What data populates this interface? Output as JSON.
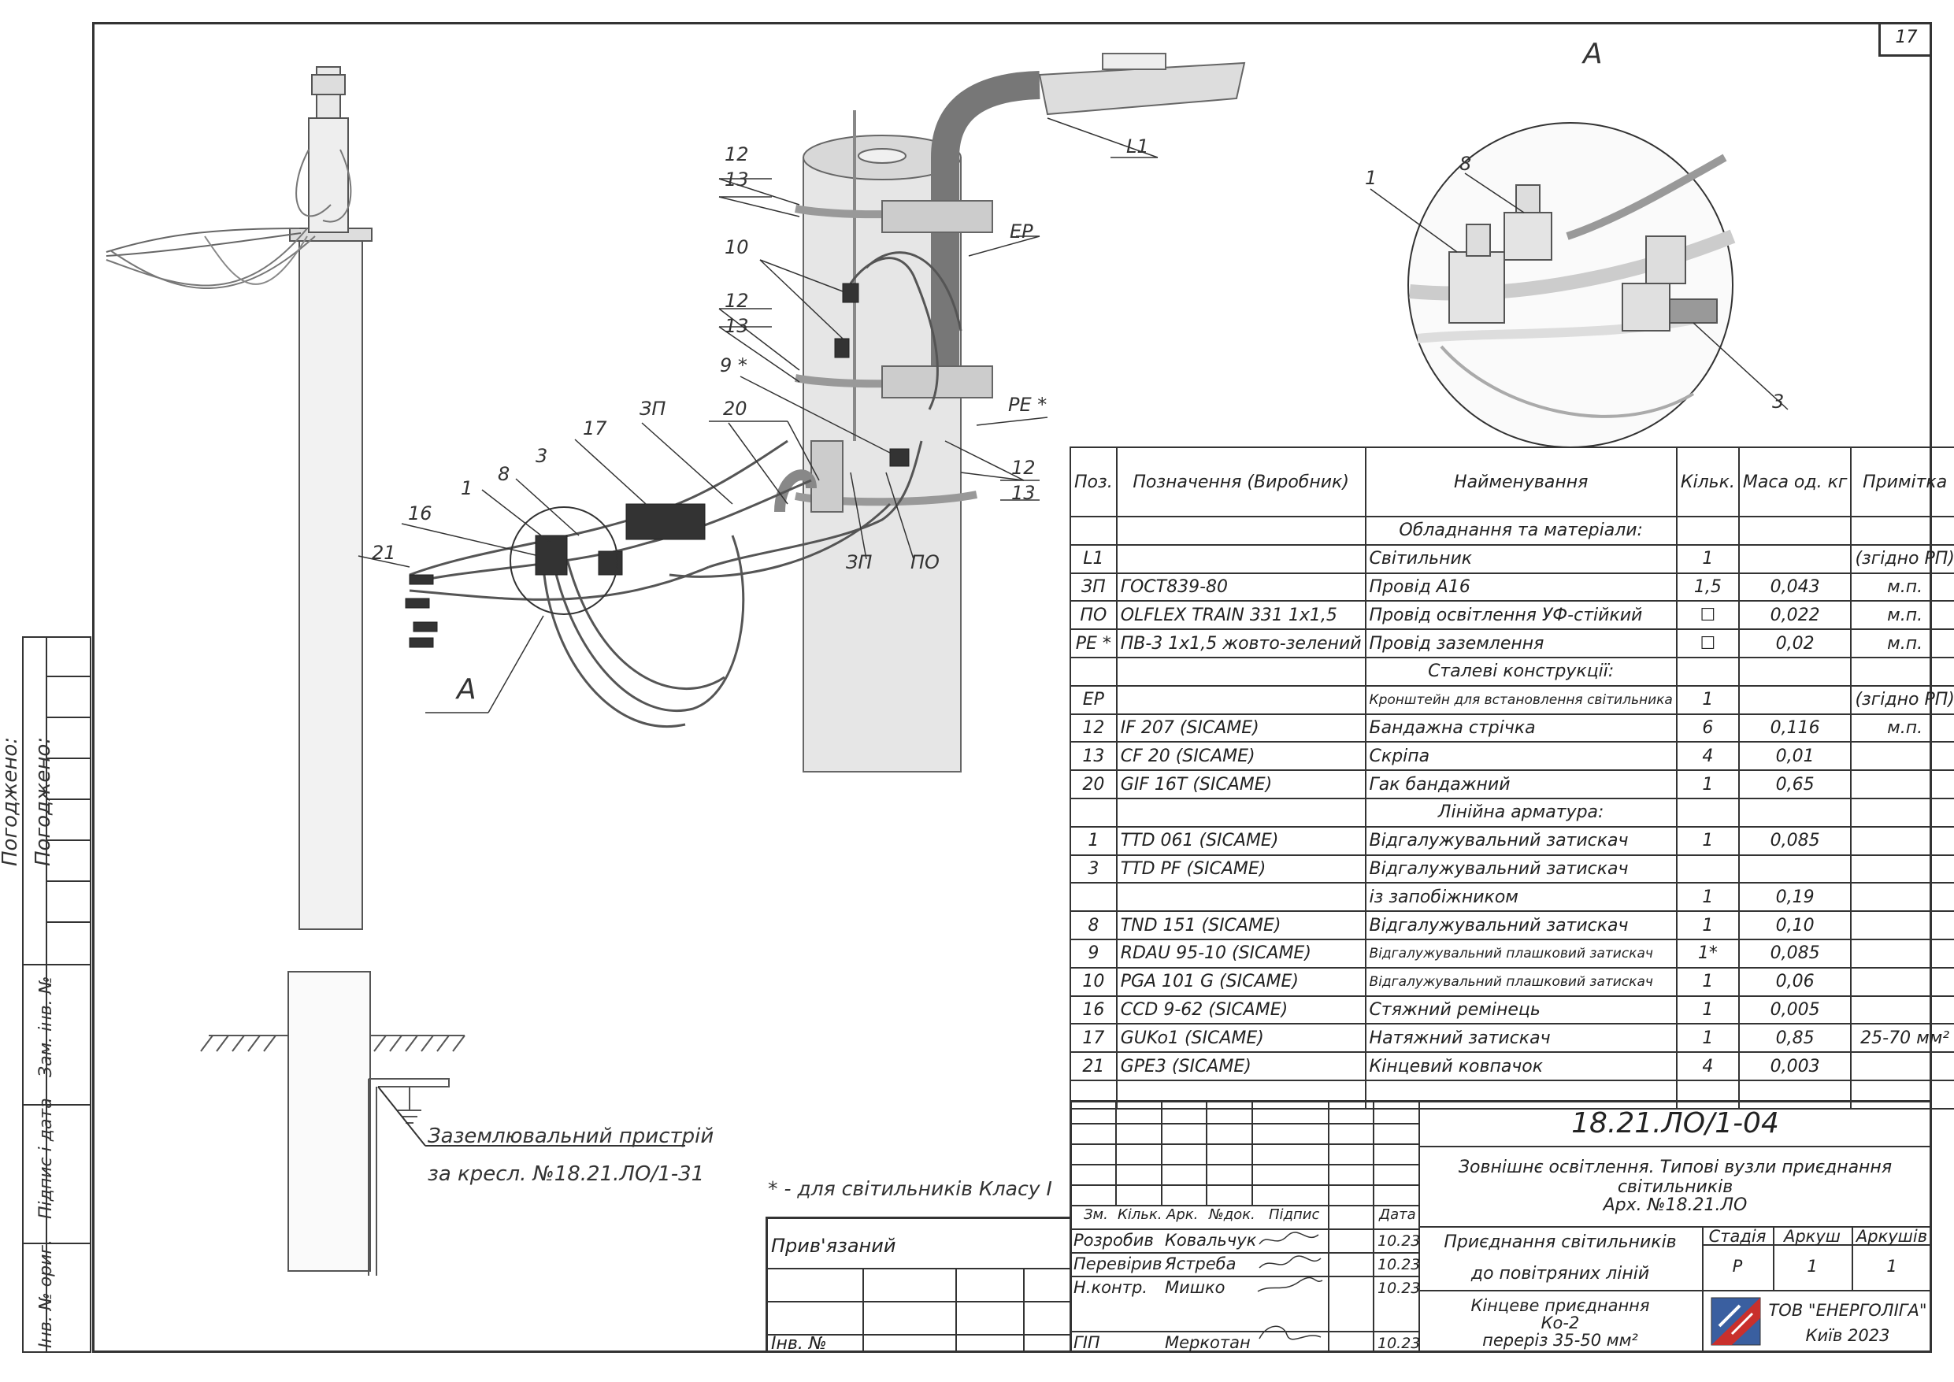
{
  "sheet_number": "17",
  "drawing_labels": {
    "view_a_title": "A",
    "view_a_callout": "A",
    "l1": "L1",
    "ep": "EP",
    "pe": "PE *",
    "zp_upper": "ЗП",
    "zp_lower": "ЗП",
    "po": "ПО",
    "n12_top": "12",
    "n13_top": "13",
    "n10": "10",
    "n12_mid": "12",
    "n13_mid": "13",
    "n9": "9 *",
    "n20": "20",
    "n17": "17",
    "n3": "3",
    "n8": "8",
    "n1": "1",
    "n16": "16",
    "n21": "21",
    "n12_right": "12",
    "n13_right": "13",
    "detail_1": "1",
    "detail_8": "8",
    "detail_3": "3",
    "grounding_line1": "Заземлювальний пристрій",
    "grounding_line2": "за кресл. №18.21.ЛО/1-31",
    "footnote": "* - для світильників Класу І"
  },
  "spec_table": {
    "headers": {
      "pos": "Поз.",
      "designation": "Позначення (Виробник)",
      "name": "Найменування",
      "qty": "Кільк.",
      "mass": "Маса од. кг",
      "note": "Примітка"
    },
    "rows": [
      {
        "section": "Обладнання та матеріали:"
      },
      {
        "pos": "L1",
        "des": "",
        "name": "Світильник",
        "qty": "1",
        "mass": "",
        "note": "(згідно РП)"
      },
      {
        "pos": "ЗП",
        "des": "ГОСТ839-80",
        "name": "Провід А16",
        "qty": "1,5",
        "mass": "0,043",
        "note": "м.п."
      },
      {
        "pos": "ПО",
        "des": "OLFLEX TRAIN 331 1x1,5",
        "name": "Провід освітлення УФ-стійкий",
        "qty": "☐",
        "mass": "0,022",
        "note": "м.п."
      },
      {
        "pos": "PE *",
        "des": "ПВ-3 1х1,5 жовто-зелений",
        "name": "Провід заземлення",
        "qty": "☐",
        "mass": "0,02",
        "note": "м.п."
      },
      {
        "section": "Сталеві конструкції:"
      },
      {
        "pos": "EP",
        "des": "",
        "name": "Кронштейн для встановлення світильника",
        "qty": "1",
        "mass": "",
        "note": "(згідно РП)",
        "small": true
      },
      {
        "pos": "12",
        "des": "IF 207 (SICAME)",
        "name": "Бандажна стрічка",
        "qty": "6",
        "mass": "0,116",
        "note": "м.п."
      },
      {
        "pos": "13",
        "des": "CF 20 (SICAME)",
        "name": "Скріпа",
        "qty": "4",
        "mass": "0,01",
        "note": ""
      },
      {
        "pos": "20",
        "des": "GIF 16T (SICAME)",
        "name": "Гак бандажний",
        "qty": "1",
        "mass": "0,65",
        "note": ""
      },
      {
        "section": "Лінійна арматура:"
      },
      {
        "pos": "1",
        "des": "TTD 061 (SICAME)",
        "name": "Відгалужувальний затискач",
        "qty": "1",
        "mass": "0,085",
        "note": ""
      },
      {
        "pos": "3",
        "des": "TTD PF (SICAME)",
        "name": "Відгалужувальний затискач",
        "qty": "",
        "mass": "",
        "note": ""
      },
      {
        "pos": "",
        "des": "",
        "name": "із запобіжником",
        "qty": "1",
        "mass": "0,19",
        "note": ""
      },
      {
        "pos": "8",
        "des": "TND 151 (SICAME)",
        "name": "Відгалужувальний затискач",
        "qty": "1",
        "mass": "0,10",
        "note": ""
      },
      {
        "pos": "9",
        "des": "RDAU 95-10 (SICAME)",
        "name": "Відгалужувальний плашковий затискач",
        "qty": "1*",
        "mass": "0,085",
        "note": "",
        "small": true
      },
      {
        "pos": "10",
        "des": "PGA 101 G (SICAME)",
        "name": "Відгалужувальний плашковий затискач",
        "qty": "1",
        "mass": "0,06",
        "note": "",
        "small": true
      },
      {
        "pos": "16",
        "des": "CCD 9-62 (SICAME)",
        "name": "Стяжний ремінець",
        "qty": "1",
        "mass": "0,005",
        "note": ""
      },
      {
        "pos": "17",
        "des": "GUKo1 (SICAME)",
        "name": "Натяжний затискач",
        "qty": "1",
        "mass": "0,85",
        "note": "25-70 мм²"
      },
      {
        "pos": "21",
        "des": "GPE3 (SICAME)",
        "name": "Кінцевий ковпачок",
        "qty": "4",
        "mass": "0,003",
        "note": ""
      },
      {
        "pos": "",
        "des": "",
        "name": "",
        "qty": "",
        "mass": "",
        "note": ""
      }
    ]
  },
  "title_block": {
    "doc_code": "18.21.ЛО/1-04",
    "project_title": "Зовнішнє освітлення. Типові вузли приєднання світильників",
    "arch_no": "Арх. №18.21.ЛО",
    "col_zm": "Зм.",
    "col_kilk": "Кільк.",
    "col_ark": "Арк.",
    "col_ndok": "№док.",
    "col_pidpys": "Підпис",
    "col_data": "Дата",
    "roles": [
      {
        "role": "Розробив",
        "name": "Ковальчук",
        "date": "10.23"
      },
      {
        "role": "Перевірив",
        "name": "Ястреба",
        "date": "10.23"
      },
      {
        "role": "Н.контр.",
        "name": "Мишко",
        "date": "10.23"
      }
    ],
    "gip_role": "ГІП",
    "gip_name": "Меркотан",
    "gip_date": "10.23",
    "sheet_title_line1": "Приєднання світильників",
    "sheet_title_line2": "до повітряних ліній",
    "stage_label": "Стадія",
    "sheet_label": "Аркуш",
    "sheets_label": "Аркушів",
    "stage": "Р",
    "sheet": "1",
    "sheets": "1",
    "drawing_name_line1": "Кінцеве приєднання",
    "drawing_name_line2": "Ко-2",
    "drawing_name_line3": "переріз 35-50 мм²",
    "company": "ТОВ \"ЕНЕРГОЛІГА\"",
    "city_year": "Київ 2023",
    "privyazanyi": "Прив'язаний",
    "inv_no": "Інв. №"
  },
  "side_strip": {
    "pogodzheno": "Погоджено:",
    "zam_inv": "Зам. інв. №",
    "pidpys_data": "Підпис і дата",
    "inv_orig": "Інв. № ориг."
  }
}
